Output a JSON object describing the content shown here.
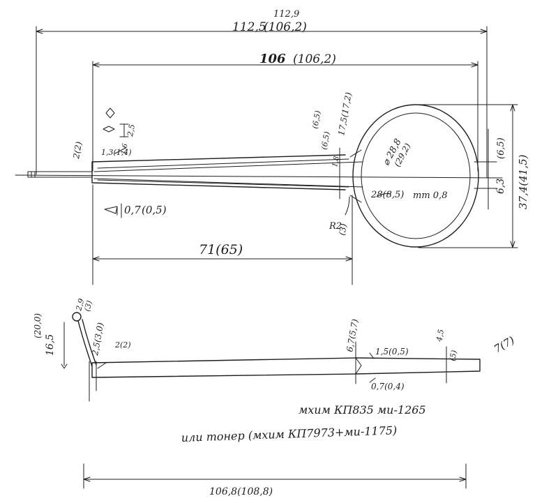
{
  "top_view": {
    "overall_length": "112,5",
    "overall_alt_top": "112,9",
    "overall_alt": "(106,2)",
    "frame_length": "106",
    "frame_alt": "(106,2)",
    "tongue_length": "71(65)",
    "ring_height": "37,4(41,5)",
    "ring_gap": "6,3",
    "ring_gap_alt": "(6,5)",
    "ring_outer_dia": "⌀ 28,8",
    "ring_outer_dia_alt": "(29,2)",
    "ring_inner_dia": "28(8,5)",
    "ring_wall_note": "mm 0,8",
    "neck_width": "17,5(17,2)",
    "neck_note": "(6,5)",
    "neck_gap": "(6,5)",
    "neck_small": "1,8",
    "root_radius": "R2",
    "root_radius_alt": "(3)",
    "tip_thickness": "0,7",
    "tip_thickness_alt": "(0,5)",
    "base_note": "2(2)",
    "taper_note": "1,3(1,4)",
    "taper_small": "1,6",
    "detail_size": "2,5"
  },
  "side_view": {
    "hook_height": "16,5",
    "hook_height_alt": "(20,0)",
    "hook_radius": "2,9",
    "hook_radius_alt": "(3)",
    "hook_offset": "2,5(3,0)",
    "root_note": "2(2)",
    "mid_thickness": "6,7(5,7)",
    "plate_thickness": "1,5(0,5)",
    "plate_thin": "0,7(0,4)",
    "tail_width": "4,5",
    "tail_width_alt": "(5)",
    "tip_length": "7(7)",
    "total_length": "106,8(108,8)"
  },
  "notes": {
    "material_line1": "мхим КП835 ми-1265",
    "material_line2": "или тонер (мхим КП7973+ми-1175)"
  }
}
